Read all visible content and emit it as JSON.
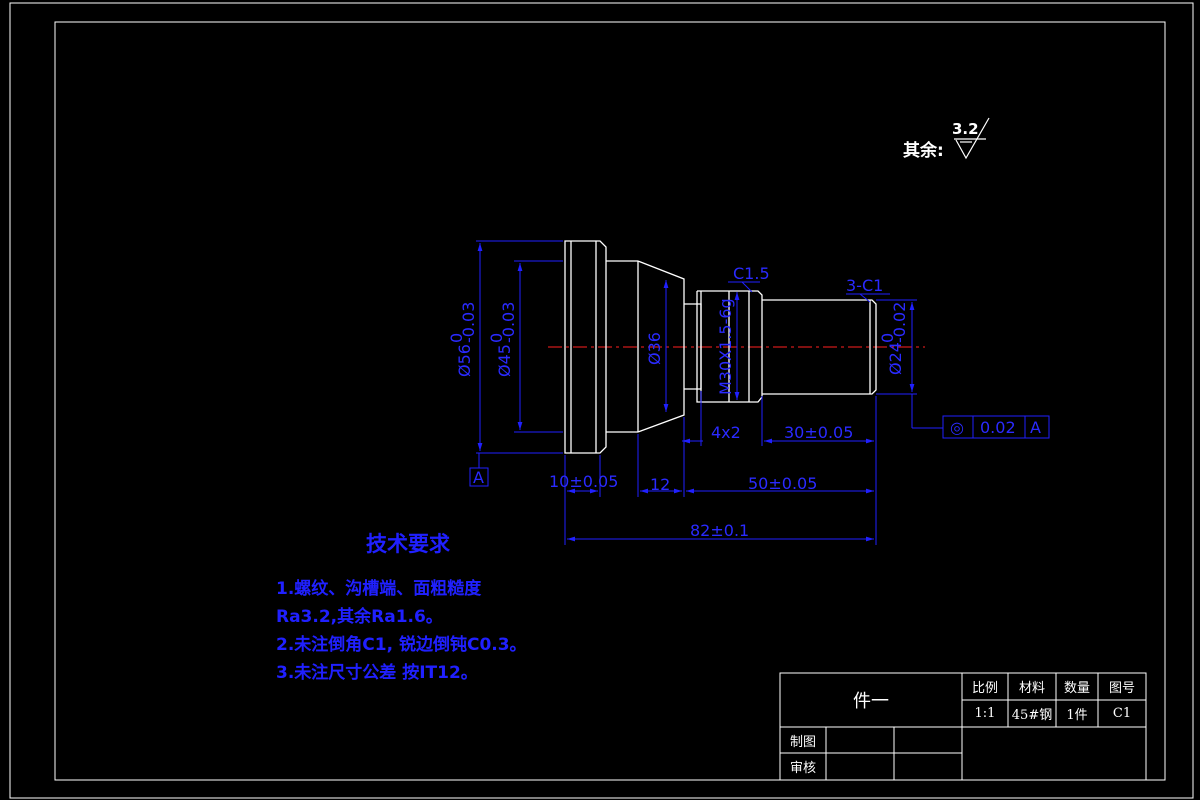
{
  "surface_note": {
    "label": "其余:",
    "value": "3.2"
  },
  "dimensions": {
    "dia56": "Ø56",
    "dia56_upper": "0",
    "dia56_lower": "-0.03",
    "dia45": "Ø45",
    "dia45_upper": "0",
    "dia45_lower": "-0.03",
    "dia36": "Ø36",
    "thread": "M30X1.5-6g",
    "dia24": "Ø24",
    "dia24_upper": "0",
    "dia24_lower": "-0.02",
    "chamfer_c15": "C1.5",
    "chamfer_3c1": "3-C1",
    "groove": "4x2",
    "len30": "30±0.05",
    "len10": "10±0.05",
    "len12": "12",
    "len50": "50±0.05",
    "len82": "82±0.1"
  },
  "datum": {
    "label": "A"
  },
  "tolerance_frame": {
    "symbol": "◎",
    "value": "0.02",
    "datum": "A"
  },
  "notes": {
    "title": "技术要求",
    "line1": "1.螺纹、沟槽端、面粗糙度",
    "line2": "Ra3.2,其余Ra1.6。",
    "line3": "2.未注倒角C1, 锐边倒钝C0.3。",
    "line4": "3.未注尺寸公差 按IT12。"
  },
  "title_block": {
    "part_name": "件一",
    "headers": [
      "比例",
      "材料",
      "数量",
      "图号"
    ],
    "values": [
      "1:1",
      "45#钢",
      "1件",
      "C1"
    ],
    "drawn_by_label": "制图",
    "checked_by_label": "审核"
  }
}
